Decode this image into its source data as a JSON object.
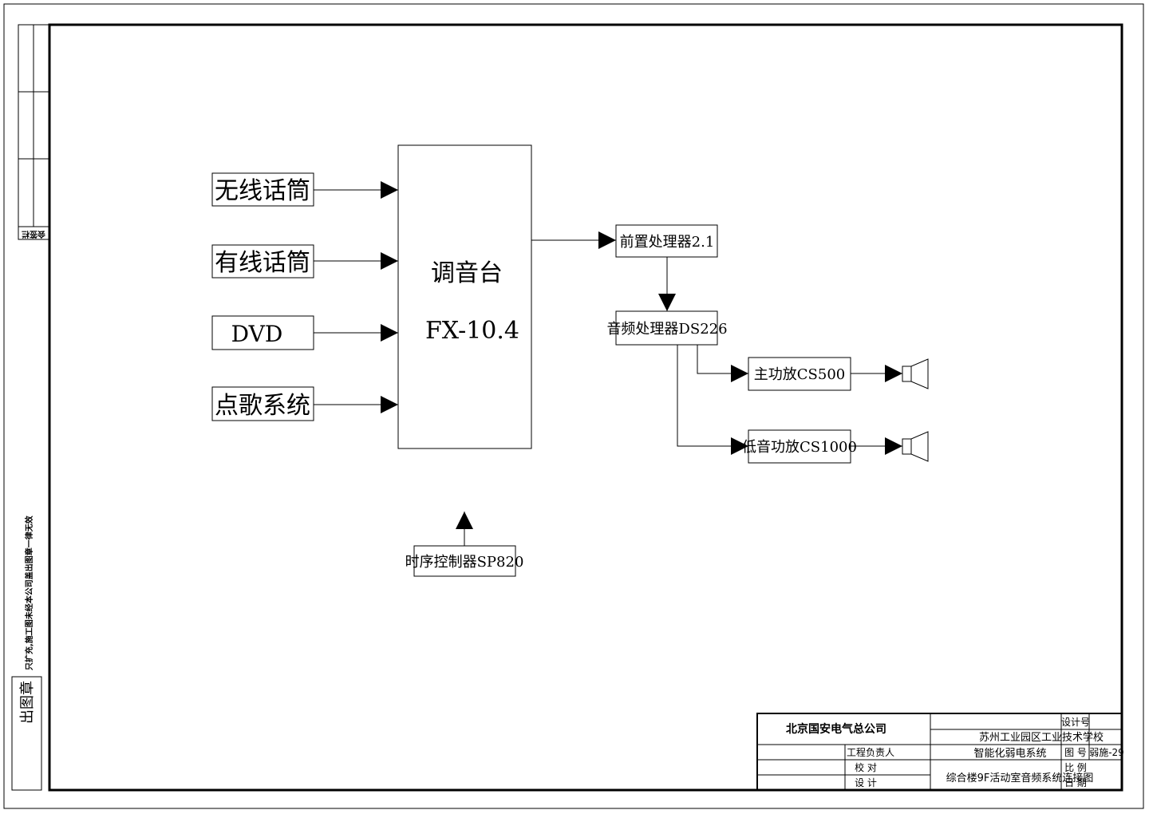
{
  "diagram": {
    "inputs": [
      "无线话筒",
      "有线话筒",
      "DVD",
      "点歌系统"
    ],
    "mixer": {
      "name": "调音台",
      "model": "FX-10.4"
    },
    "preprocessor": "前置处理器2.1",
    "audio_processor": "音频处理器DS226",
    "main_amp": "主功放CS500",
    "bass_amp": "低音功放CS1000",
    "sequencer": "时序控制器SP820"
  },
  "side_strip": {
    "note": "只扩充,施工图未经本公司盖出图章一律无效",
    "top_label": "会签栏",
    "stamp_label": "出图章"
  },
  "title_block": {
    "company": "北京国安电气总公司",
    "project": "苏州工业园区工业技术学校",
    "system": "智能化弱电系统",
    "drawing_title": "综合楼9F活动室音频系统连接图",
    "design_no_label": "设计号",
    "drawing_no_label": "图  号",
    "drawing_no": "弱施-29",
    "scale_label": "比  例",
    "date_label": "日  期",
    "project_lead": "工程负责人",
    "checker": "校   对",
    "designer": "设   计"
  }
}
